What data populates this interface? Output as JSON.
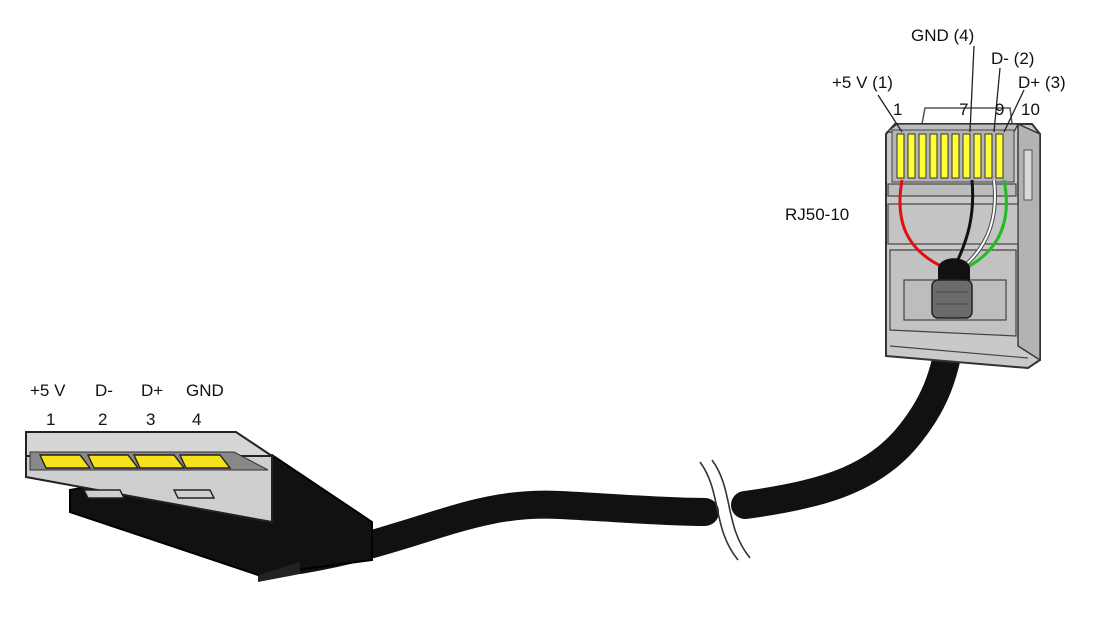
{
  "usb": {
    "signals": [
      "+5 V",
      "D-",
      "D+",
      "GND"
    ],
    "pins": [
      "1",
      "2",
      "3",
      "4"
    ]
  },
  "rj50": {
    "name": "RJ50-10",
    "pin_labels": [
      "1",
      "7",
      "9",
      "10"
    ],
    "wire_labels": {
      "vcc": "+5 V (1)",
      "gnd": "GND (4)",
      "dminus": "D- (2)",
      "dplus": "D+ (3)"
    }
  },
  "colors": {
    "contact": "#ffff33",
    "usb_contact": "#f5e21c",
    "wire_red": "#e01010",
    "wire_green": "#22bb22",
    "wire_white": "#ffffff",
    "wire_black": "#111111",
    "cable": "#111111",
    "plug_body": "#c9c9c9"
  }
}
